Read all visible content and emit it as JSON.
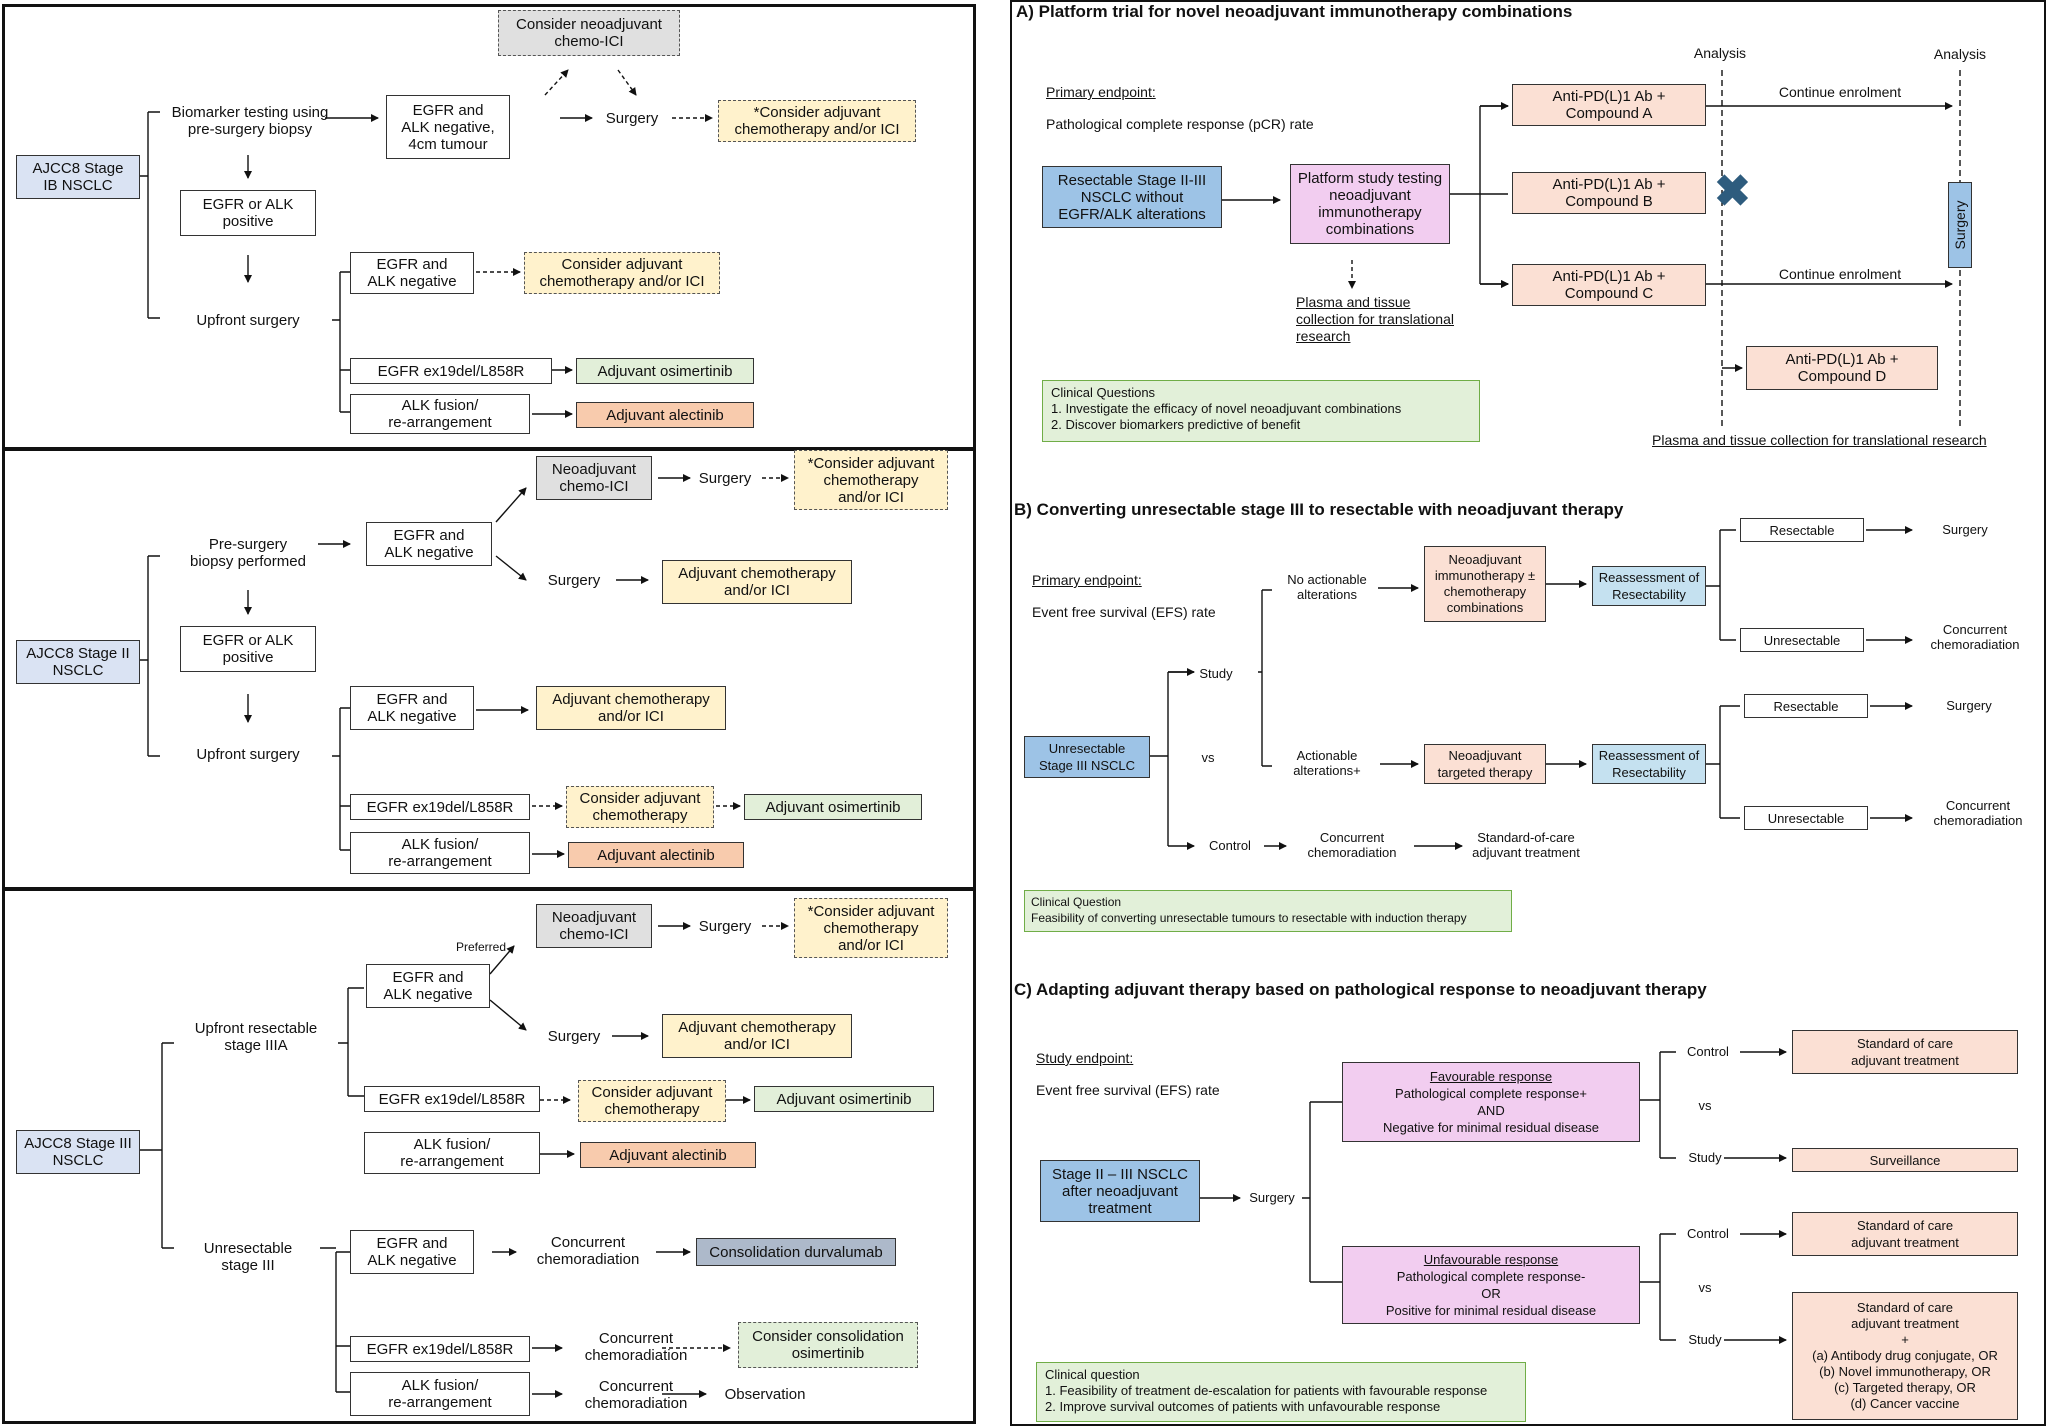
{
  "left": {
    "stage_ib": {
      "stage": "AJCC8 Stage\nIB NSCLC",
      "biomarker": "Biomarker testing using\npre-surgery biopsy",
      "neg_4cm": "EGFR and\nALK negative,\n4cm tumour",
      "neoadj": "Consider neoadjuvant\nchemo-ICI",
      "surgery": "Surgery",
      "consider_adj_star": "*Consider adjuvant\nchemotherapy and/or ICI",
      "egfr_alk_pos": "EGFR or ALK\npositive",
      "upfront": "Upfront surgery",
      "neg": "EGFR and\nALK negative",
      "consider_adj": "Consider adjuvant\nchemotherapy and/or ICI",
      "ex19": "EGFR ex19del/L858R",
      "osim": "Adjuvant osimertinib",
      "alk": "ALK fusion/\nre-arrangement",
      "alec": "Adjuvant alectinib"
    },
    "stage_ii": {
      "stage": "AJCC8 Stage II\nNSCLC",
      "biopsy": "Pre-surgery\nbiopsy performed",
      "neg": "EGFR and\nALK negative",
      "neoadj": "Neoadjuvant\nchemo-ICI",
      "surgery1": "Surgery",
      "consider_adj_star": "*Consider adjuvant\nchemotherapy\nand/or ICI",
      "surgery2": "Surgery",
      "adj_chemo": "Adjuvant chemotherapy\nand/or ICI",
      "egfr_alk_pos": "EGFR or ALK\npositive",
      "upfront": "Upfront surgery",
      "neg2": "EGFR and\nALK negative",
      "adj_chemo2": "Adjuvant chemotherapy\nand/or ICI",
      "ex19": "EGFR ex19del/L858R",
      "consider_chemo": "Consider adjuvant\nchemotherapy",
      "osim": "Adjuvant osimertinib",
      "alk": "ALK fusion/\nre-arrangement",
      "alec": "Adjuvant alectinib"
    },
    "stage_iii": {
      "stage": "AJCC8 Stage III\nNSCLC",
      "upfront_resectable": "Upfront resectable\nstage IIIA",
      "preferred": "Preferred",
      "neg": "EGFR and\nALK negative",
      "neoadj": "Neoadjuvant\nchemo-ICI",
      "surgery1": "Surgery",
      "consider_adj_star": "*Consider adjuvant\nchemotherapy\nand/or ICI",
      "surgery2": "Surgery",
      "adj_chemo": "Adjuvant chemotherapy\nand/or ICI",
      "ex19": "EGFR ex19del/L858R",
      "consider_chemo": "Consider adjuvant\nchemotherapy",
      "osim": "Adjuvant osimertinib",
      "alk": "ALK fusion/\nre-arrangement",
      "alec": "Adjuvant alectinib",
      "unresectable": "Unresectable\nstage III",
      "neg2": "EGFR and\nALK negative",
      "ccrt1": "Concurrent\nchemoradiation",
      "durva": "Consolidation durvalumab",
      "ex19b": "EGFR ex19del/L858R",
      "ccrt2": "Concurrent\nchemoradiation",
      "consider_osim": "Consider consolidation\nosimertinib",
      "alk2": "ALK fusion/\nre-arrangement",
      "ccrt3": "Concurrent\nchemoradiation",
      "observation": "Observation"
    }
  },
  "right": {
    "a": {
      "title": "A) Platform trial for novel neoadjuvant immunotherapy combinations",
      "endpoint_label": "Primary endpoint:",
      "endpoint_text": "Pathological complete response (pCR) rate",
      "analysis1": "Analysis",
      "analysis2": "Analysis",
      "population": "Resectable Stage II-III\nNSCLC without\nEGFR/ALK alterations",
      "platform": "Platform study testing\nneoadjuvant\nimmunotherapy\ncombinations",
      "arm_a": "Anti-PD(L)1 Ab +\nCompound A",
      "arm_b": "Anti-PD(L)1 Ab +\nCompound B",
      "arm_c": "Anti-PD(L)1 Ab +\nCompound C",
      "arm_d": "Anti-PD(L)1 Ab +\nCompound D",
      "continue1": "Continue enrolment",
      "continue2": "Continue enrolment",
      "surgery": "Surgery",
      "plasma_left": "Plasma and tissue\ncollection for translational\nresearch",
      "plasma_right": "Plasma and tissue collection for translational research",
      "qa_title": "Clinical Questions",
      "qa_items": [
        "1.   Investigate the efficacy of novel neoadjuvant combinations",
        "2.   Discover biomarkers predictive of benefit"
      ]
    },
    "b": {
      "title": "B) Converting unresectable stage III to resectable with neoadjuvant therapy",
      "endpoint_label": "Primary endpoint:",
      "endpoint_text": "Event free survival (EFS) rate",
      "population": "Unresectable\nStage III NSCLC",
      "study": "Study",
      "vs": "vs",
      "control": "Control",
      "no_actionable": "No actionable\nalterations",
      "actionable": "Actionable\nalterations+",
      "neo_io": "Neoadjuvant\nimmunotherapy ±\nchemotherapy\ncombinations",
      "neo_tt": "Neoadjuvant\ntargeted therapy",
      "reassess1": "Reassessment of\nResectability",
      "reassess2": "Reassessment of\nResectability",
      "resectable1": "Resectable",
      "unresectable1": "Unresectable",
      "resectable2": "Resectable",
      "unresectable2": "Unresectable",
      "surgery1": "Surgery",
      "ccrt1": "Concurrent\nchemoradiation",
      "surgery2": "Surgery",
      "ccrt2": "Concurrent\nchemoradiation",
      "ctrl_ccrt": "Concurrent\nchemoradiation",
      "soc": "Standard-of-care\nadjuvant treatment",
      "qa_title": "Clinical Question",
      "qa_text": "Feasibility of converting unresectable tumours to resectable with induction therapy"
    },
    "c": {
      "title": "C) Adapting adjuvant therapy based on pathological response to neoadjuvant therapy",
      "endpoint_label": "Study endpoint:",
      "endpoint_text": "Event free survival (EFS) rate",
      "population": "Stage II – III NSCLC\nafter neoadjuvant\ntreatment",
      "surgery": "Surgery",
      "fav_head": "Favourable response",
      "fav_body": "Pathological complete response+\nAND\nNegative for minimal residual disease",
      "unfav_head": "Unfavourable response",
      "unfav_body": "Pathological complete response-\nOR\nPositive for minimal residual disease",
      "control1": "Control",
      "vs1": "vs",
      "study1": "Study",
      "control2": "Control",
      "vs2": "vs",
      "study2": "Study",
      "soc1": "Standard of care\nadjuvant treatment",
      "surveillance": "Surveillance",
      "soc2": "Standard of care\nadjuvant treatment",
      "soc_plus": "Standard of care\nadjuvant treatment\n+\n(a) Antibody drug conjugate, OR\n(b) Novel immunotherapy, OR\n(c) Targeted therapy, OR\n(d) Cancer vaccine",
      "qa_title": "Clinical question",
      "qa_items": [
        "1.   Feasibility of treatment de-escalation for patients with favourable response",
        "2.   Improve survival outcomes of patients with unfavourable response"
      ]
    }
  }
}
